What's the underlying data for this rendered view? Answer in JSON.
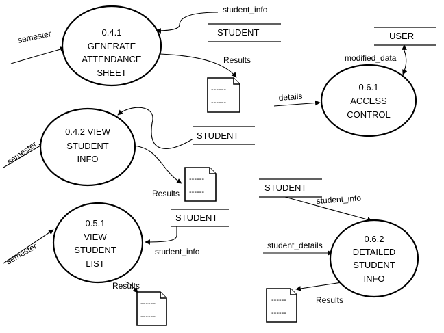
{
  "colors": {
    "stroke": "#000000",
    "background": "#ffffff"
  },
  "processes": [
    {
      "id": "p041",
      "lines": [
        "0.4.1",
        "GENERATE",
        "ATTENDANCE",
        "SHEET"
      ]
    },
    {
      "id": "p042",
      "lines": [
        "0.4.2 VIEW",
        "STUDENT",
        "INFO"
      ]
    },
    {
      "id": "p051",
      "lines": [
        "0.5.1",
        "VIEW",
        "STUDENT",
        "LIST"
      ]
    },
    {
      "id": "p061",
      "lines": [
        "0.6.1",
        "ACCESS",
        "CONTROL"
      ]
    },
    {
      "id": "p062",
      "lines": [
        "0.6.2",
        "DETAILED",
        "STUDENT",
        "INFO"
      ]
    }
  ],
  "stores": [
    {
      "id": "s1",
      "label": "STUDENT"
    },
    {
      "id": "s2",
      "label": "STUDENT"
    },
    {
      "id": "s3",
      "label": "STUDENT"
    },
    {
      "id": "s4",
      "label": "STUDENT"
    },
    {
      "id": "s5",
      "label": "USER"
    }
  ],
  "documents": [
    {
      "id": "d1",
      "lines": [
        "------",
        "------"
      ]
    },
    {
      "id": "d2",
      "lines": [
        "------",
        "------"
      ]
    },
    {
      "id": "d3",
      "lines": [
        "------",
        "------"
      ]
    },
    {
      "id": "d4",
      "lines": [
        "------",
        "------"
      ]
    }
  ],
  "flows": [
    {
      "id": "f1",
      "label": "semester"
    },
    {
      "id": "f2",
      "label": "student_info"
    },
    {
      "id": "f3",
      "label": "Results"
    },
    {
      "id": "f4",
      "label": "semester"
    },
    {
      "id": "f5",
      "label": "Results"
    },
    {
      "id": "f6",
      "label": "semester"
    },
    {
      "id": "f7",
      "label": "student_info"
    },
    {
      "id": "f8",
      "label": "Results"
    },
    {
      "id": "f9",
      "label": "modified_data"
    },
    {
      "id": "f10",
      "label": "details"
    },
    {
      "id": "f11",
      "label": "student_info"
    },
    {
      "id": "f12",
      "label": "student_details"
    },
    {
      "id": "f13",
      "label": "Results"
    }
  ]
}
